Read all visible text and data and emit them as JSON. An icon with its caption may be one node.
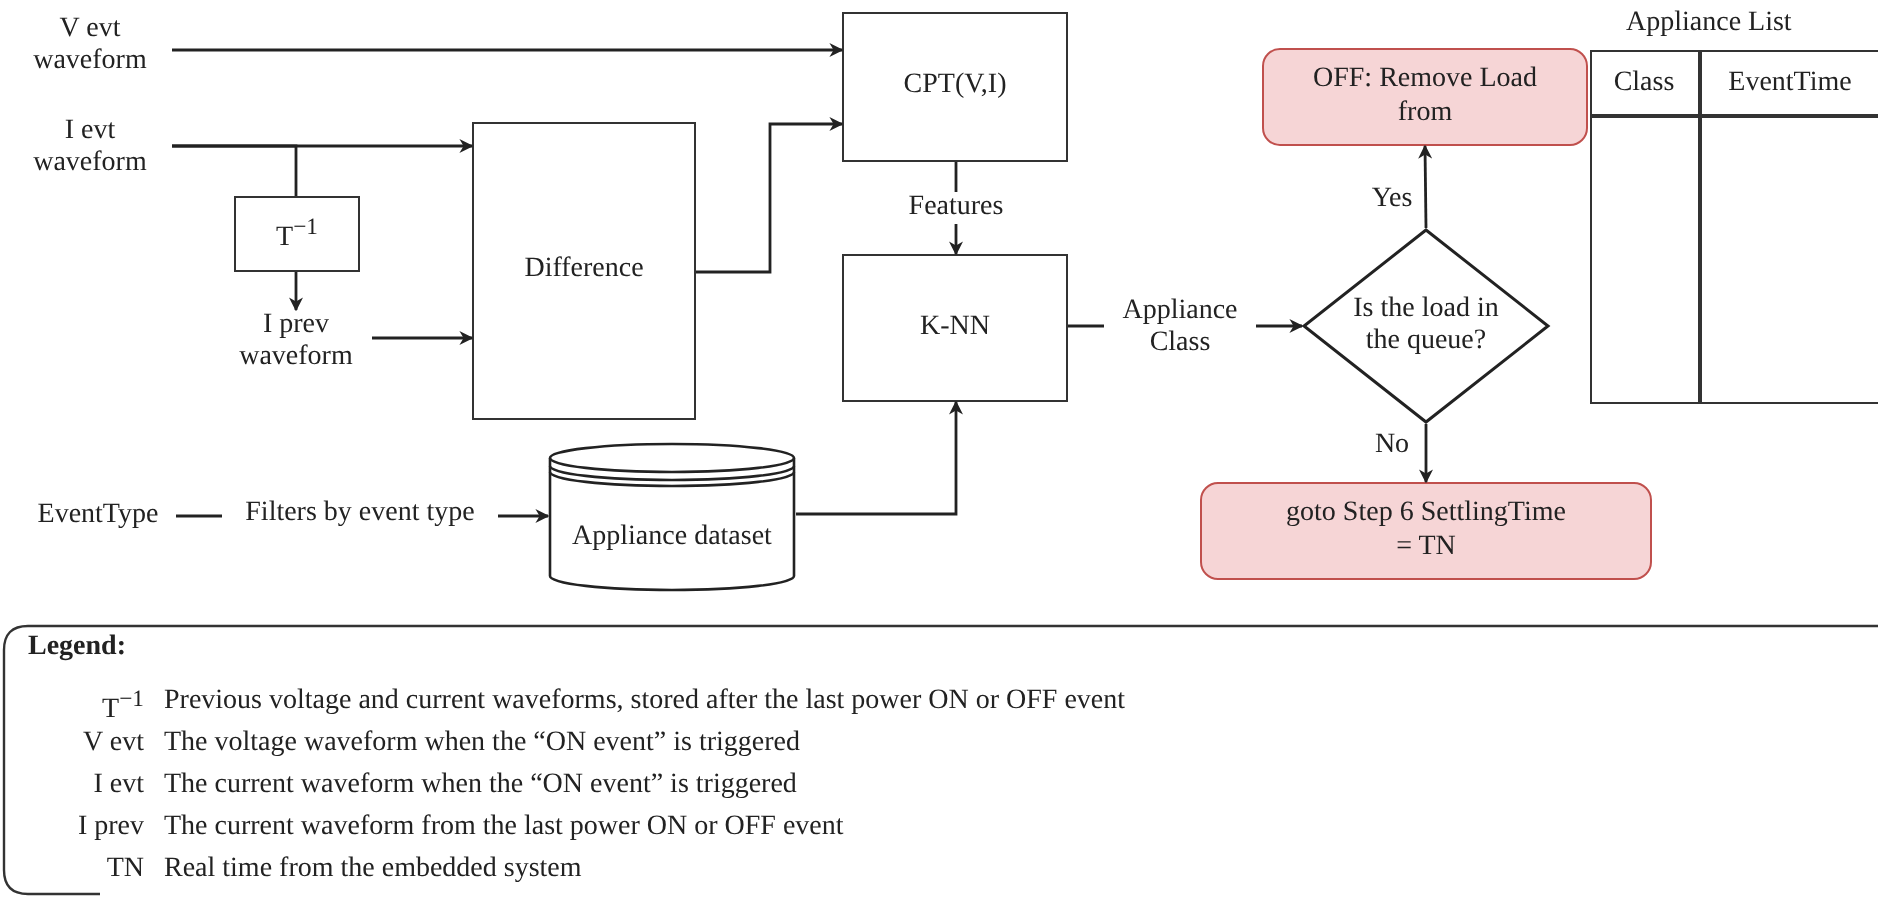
{
  "diagram": {
    "nodes": [
      {
        "text": [
          "V evt waveform"
        ]
      },
      {
        "text": [
          "I evt waveform"
        ]
      },
      {
        "text": [
          "T$^{−1}$"
        ]
      },
      {
        "text": [
          "I prev waveform"
        ]
      },
      {
        "text": [
          "Difference"
        ]
      },
      {
        "text": [
          "CPT(V,I)"
        ]
      },
      {
        "text": [
          "K-NN"
        ]
      },
      {
        "text": [
          "EventType"
        ]
      },
      {
        "text": [
          "Appliance dataset"
        ]
      },
      {
        "text": [
          "Is the load in the queue?"
        ]
      },
      {
        "text": [
          "OFF: Remove Load from"
        ]
      },
      {
        "text": [
          "goto Step 6 SettlingTime = TN"
        ]
      },
      {
        "text": [
          "Appliance List",
          "Class",
          "EventTime"
        ]
      }
    ],
    "edges": [
      {
        "from": 0,
        "to": 5,
        "arrow": "to"
      },
      {
        "from": 1,
        "to": 2,
        "arrow": "none"
      },
      {
        "from": 1,
        "to": 4,
        "arrow": "to"
      },
      {
        "from": 2,
        "to": 3,
        "arrow": "to"
      },
      {
        "from": 3,
        "to": 4,
        "arrow": "to"
      },
      {
        "from": 4,
        "to": 5,
        "arrow": "to"
      },
      {
        "from": 5,
        "to": 6,
        "label": "Features",
        "arrow": "to"
      },
      {
        "from": 7,
        "to": 8,
        "label": "Filters by event type",
        "arrow": "to"
      },
      {
        "from": 8,
        "to": 6,
        "arrow": "to"
      },
      {
        "from": 6,
        "to": 9,
        "label": "Appliance Class",
        "arrow": "to"
      },
      {
        "from": 9,
        "to": 10,
        "label": "Yes",
        "arrow": "to"
      },
      {
        "from": 9,
        "to": 11,
        "label": "No",
        "arrow": "to"
      }
    ],
    "labels": [
      "Legend:",
      "T$^{−1}$",
      "Previous voltage and current waveforms, stored after the last power ON or OFF event",
      "V evt",
      "The voltage waveform when the “ON event” is triggered",
      "I evt",
      "The current waveform when the “ON event” is triggered",
      "I prev",
      "The current waveform from the last power ON or OFF event",
      "TN",
      "Real time from the embedded system"
    ]
  }
}
